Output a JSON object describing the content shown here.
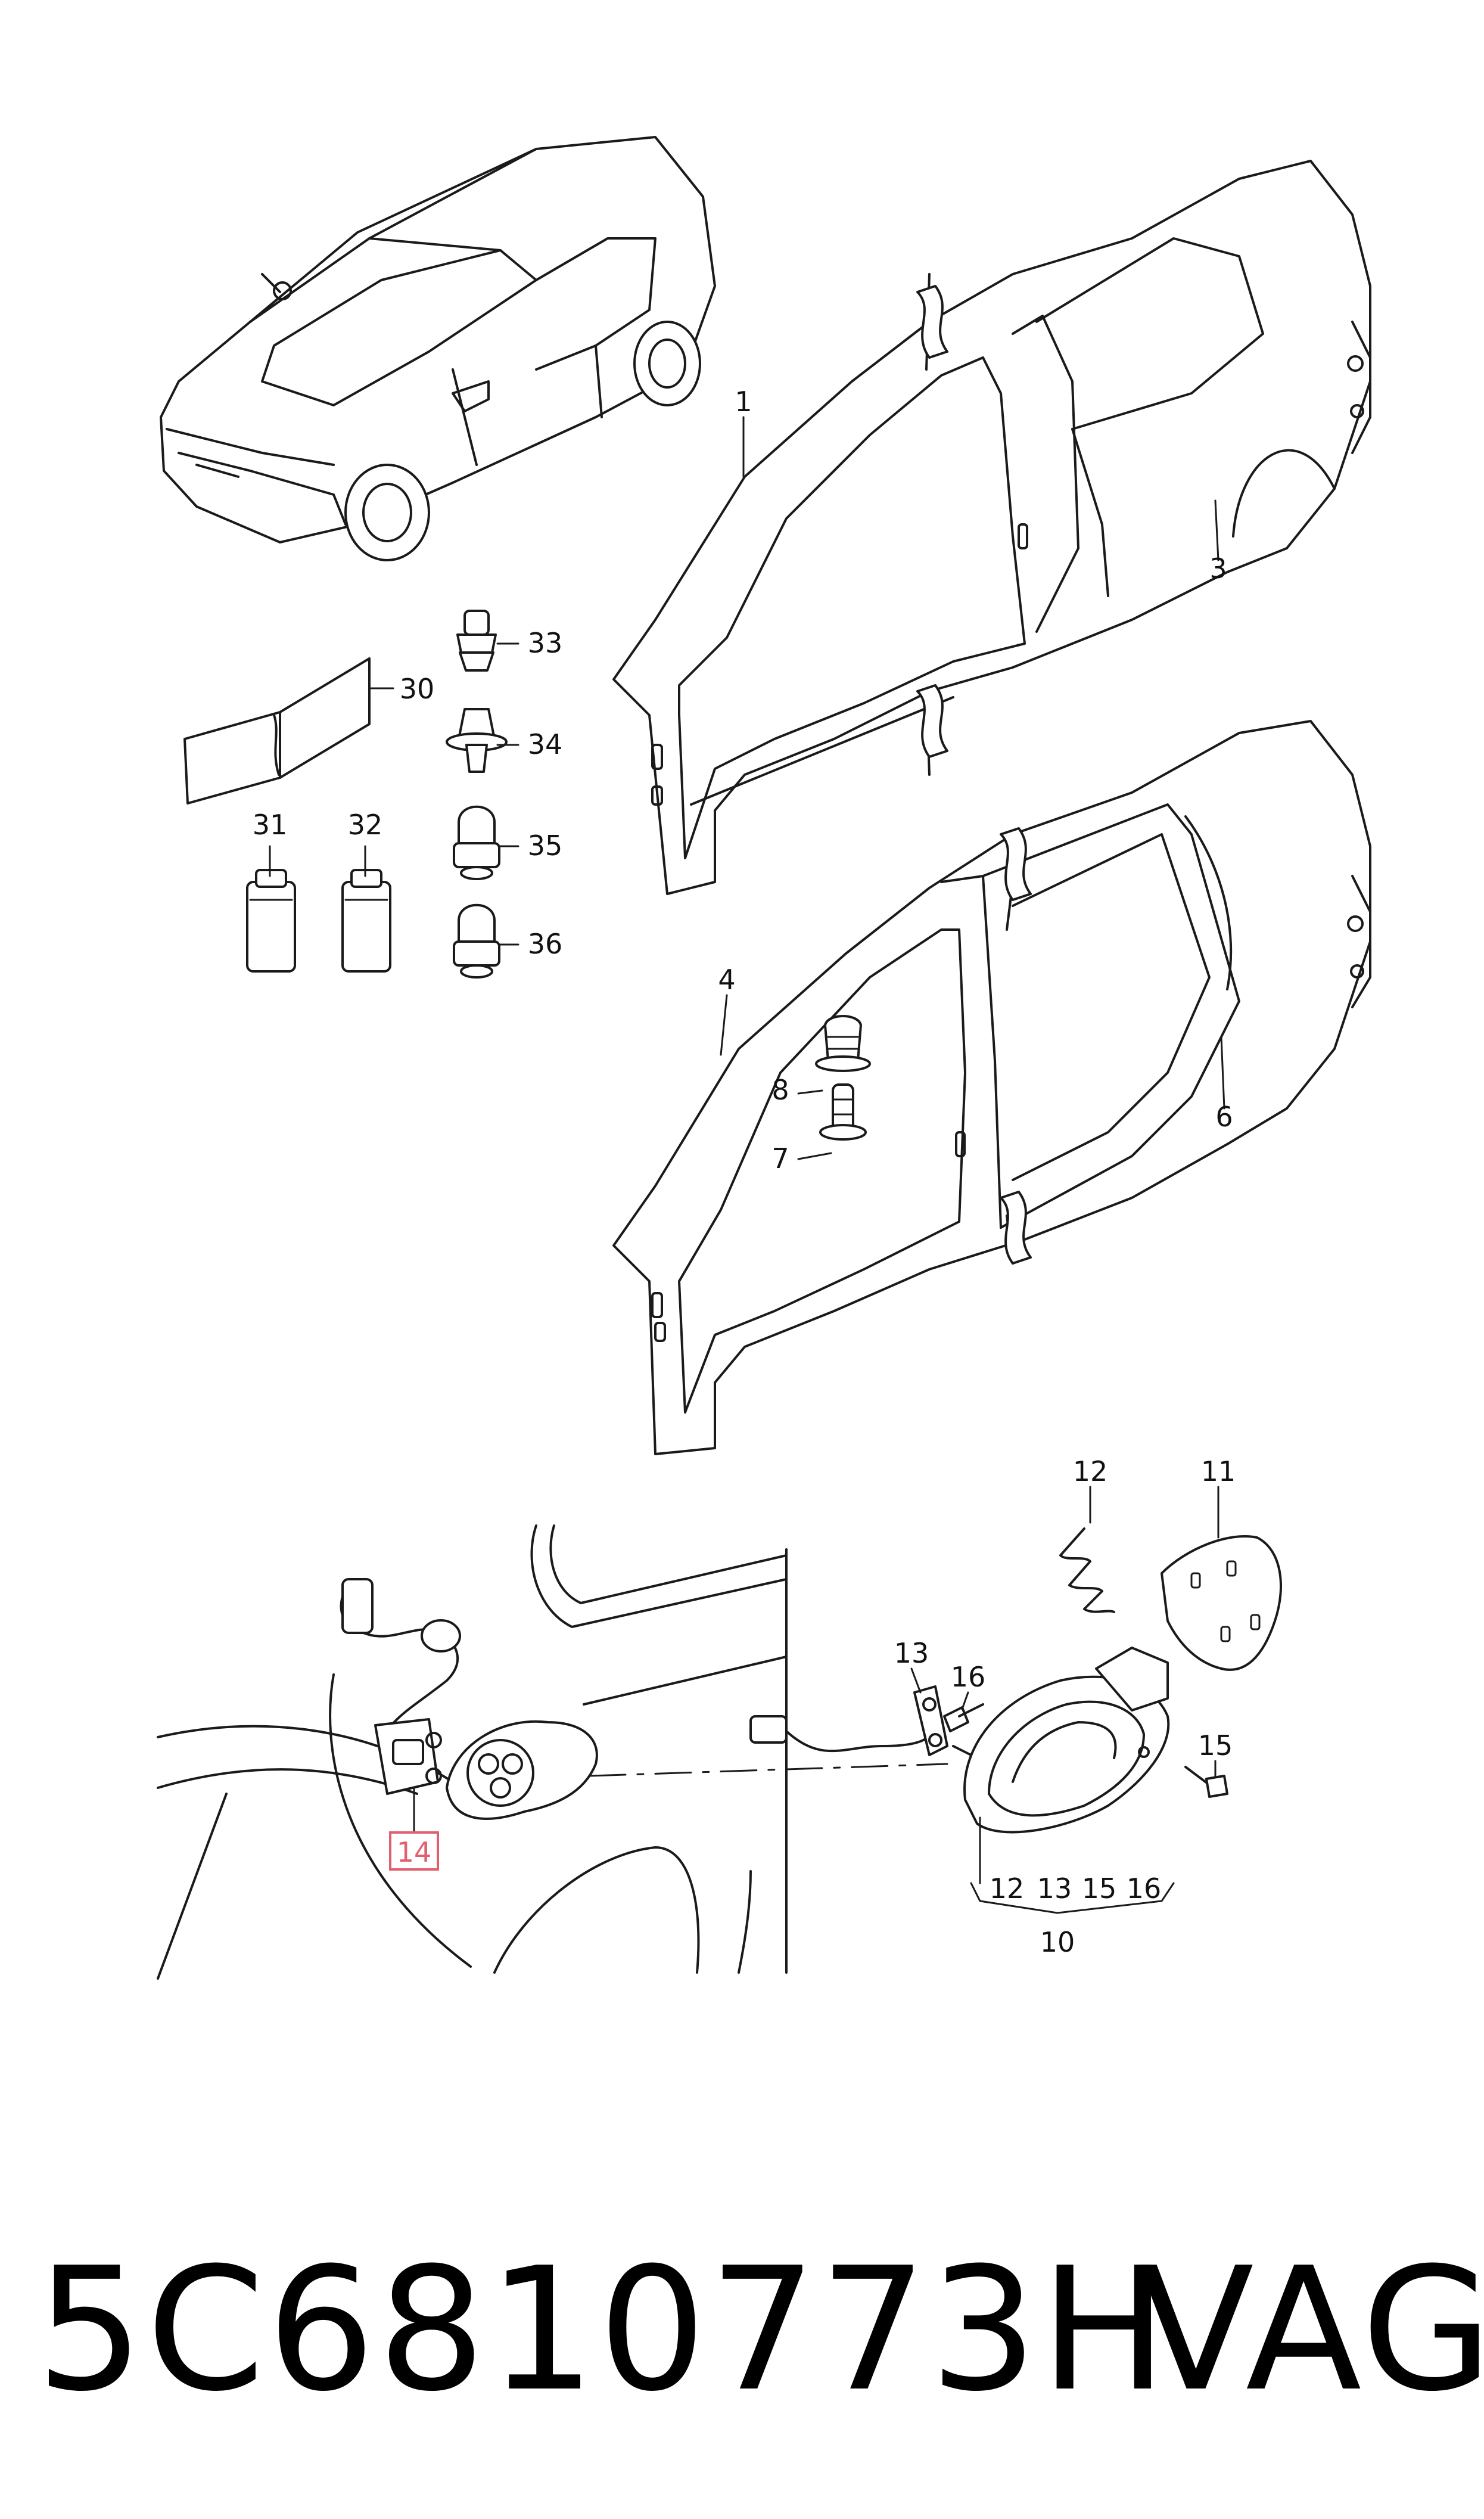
{
  "diagram": {
    "callouts": {
      "c1": "1",
      "c3": "3",
      "c4": "4",
      "c6": "6",
      "c7": "7",
      "c8": "8",
      "c10": "10",
      "c11": "11",
      "c12": "12",
      "c13": "13",
      "c14": "14",
      "c15": "15",
      "c16": "16",
      "c30": "30",
      "c31": "31",
      "c32": "32",
      "c33": "33",
      "c34": "34",
      "c35": "35",
      "c36": "36",
      "group_12": "12",
      "group_13": "13",
      "group_15": "15",
      "group_16": "16"
    },
    "highlighted_callout": "14",
    "highlight_color": "#e06070"
  },
  "footer": {
    "part_number": "5C6810773H",
    "brand": "VAG"
  }
}
